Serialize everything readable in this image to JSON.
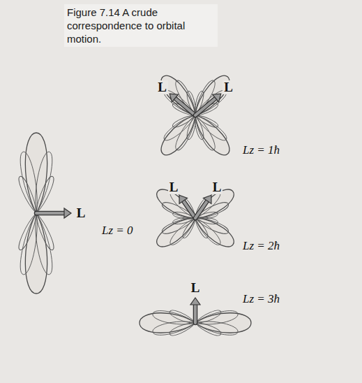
{
  "diagram": {
    "caption": "Figure 7.14 A crude correspondence to orbital motion.",
    "labels": [
      "L",
      "Lz = 0",
      "L",
      "L",
      "Lz = 1ħ",
      "L",
      "L",
      "Lz = 2ħ",
      "L",
      "Lz = 3ħ"
    ]
  }
}
